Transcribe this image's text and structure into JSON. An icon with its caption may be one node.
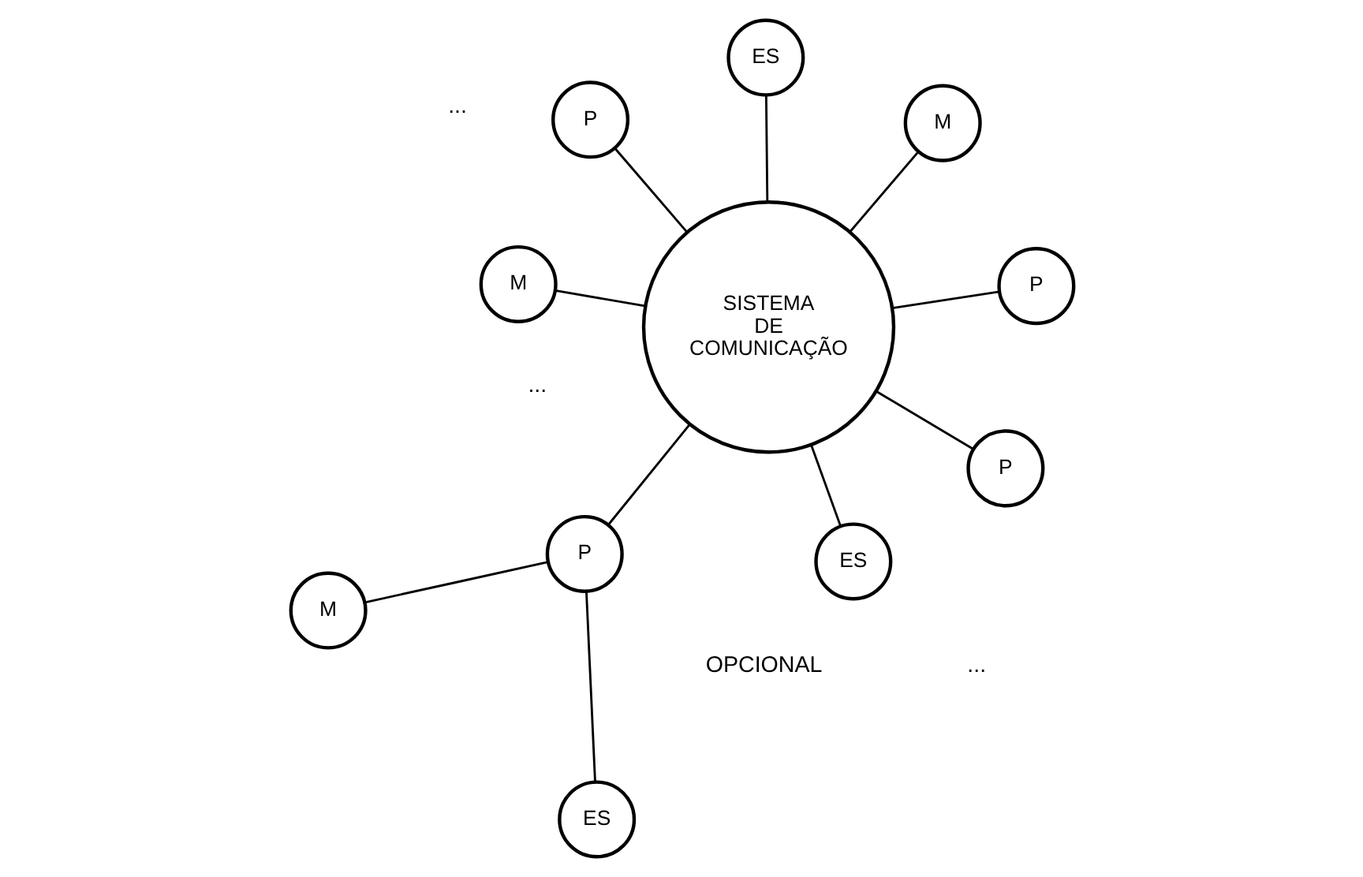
{
  "diagram": {
    "nodes": [
      {
        "text": [
          "SISTEMA DE COMUNICAÇÃO"
        ]
      },
      {
        "text": [
          "M"
        ]
      },
      {
        "text": [
          "ES"
        ]
      },
      {
        "text": [
          "M"
        ]
      },
      {
        "text": [
          "ES"
        ]
      },
      {
        "text": [
          "P"
        ]
      },
      {
        "text": [
          "P"
        ]
      },
      {
        "text": [
          "ES"
        ]
      },
      {
        "text": [
          "M"
        ]
      },
      {
        "text": [
          "P"
        ]
      },
      {
        "text": [
          "P"
        ]
      }
    ],
    "edges": [
      {
        "from": 0,
        "to": 1,
        "arrow": "none"
      },
      {
        "from": 0,
        "to": 2,
        "arrow": "none"
      },
      {
        "from": 0,
        "to": 3,
        "arrow": "none"
      },
      {
        "from": 0,
        "to": 4,
        "arrow": "none"
      },
      {
        "from": 0,
        "to": 5,
        "arrow": "none"
      },
      {
        "from": 0,
        "to": 6,
        "arrow": "none"
      },
      {
        "from": 6,
        "to": 7,
        "arrow": "none"
      },
      {
        "from": 6,
        "to": 8,
        "arrow": "none"
      },
      {
        "from": 0,
        "to": 9,
        "arrow": "none"
      },
      {
        "from": 0,
        "to": 10,
        "arrow": "none"
      }
    ],
    "labels": [
      "...",
      "...",
      "...",
      "OPCIONAL"
    ]
  }
}
